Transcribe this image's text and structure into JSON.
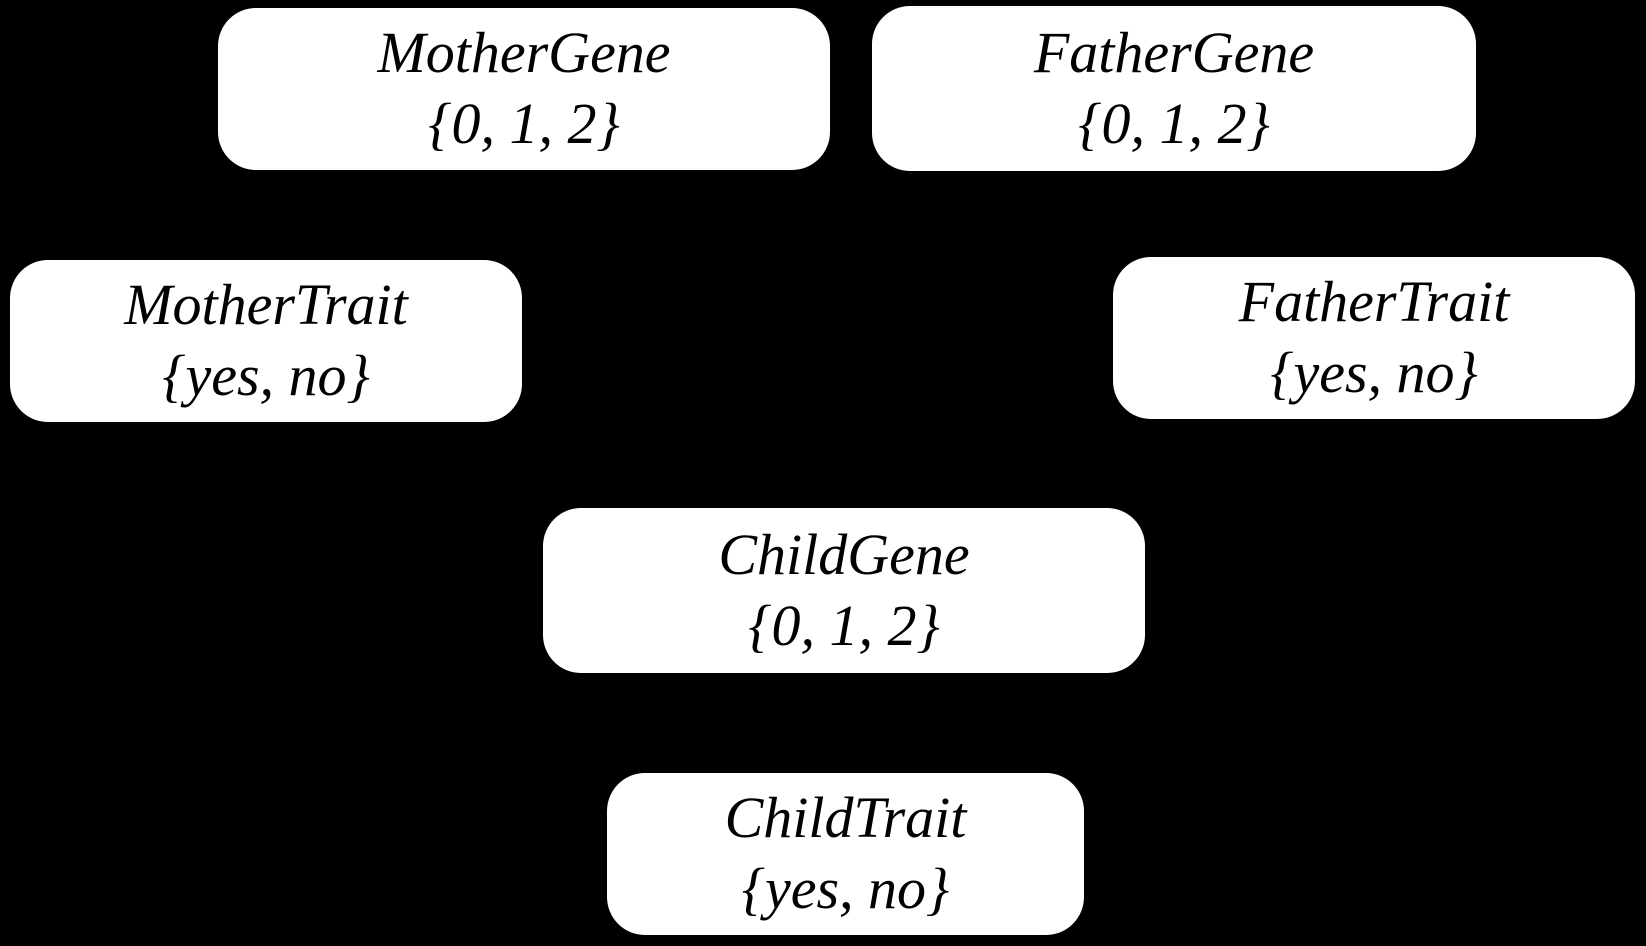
{
  "diagram": {
    "type": "bayesian-network",
    "nodes": [
      {
        "id": "mother-gene",
        "label": "MotherGene",
        "values": "{0, 1, 2}"
      },
      {
        "id": "father-gene",
        "label": "FatherGene",
        "values": "{0, 1, 2}"
      },
      {
        "id": "mother-trait",
        "label": "MotherTrait",
        "values": "{yes, no}"
      },
      {
        "id": "father-trait",
        "label": "FatherTrait",
        "values": "{yes, no}"
      },
      {
        "id": "child-gene",
        "label": "ChildGene",
        "values": "{0, 1, 2}"
      },
      {
        "id": "child-trait",
        "label": "ChildTrait",
        "values": "{yes, no}"
      }
    ]
  },
  "colors": {
    "background": "#000000",
    "node_fill": "#ffffff",
    "node_text": "#000000"
  }
}
